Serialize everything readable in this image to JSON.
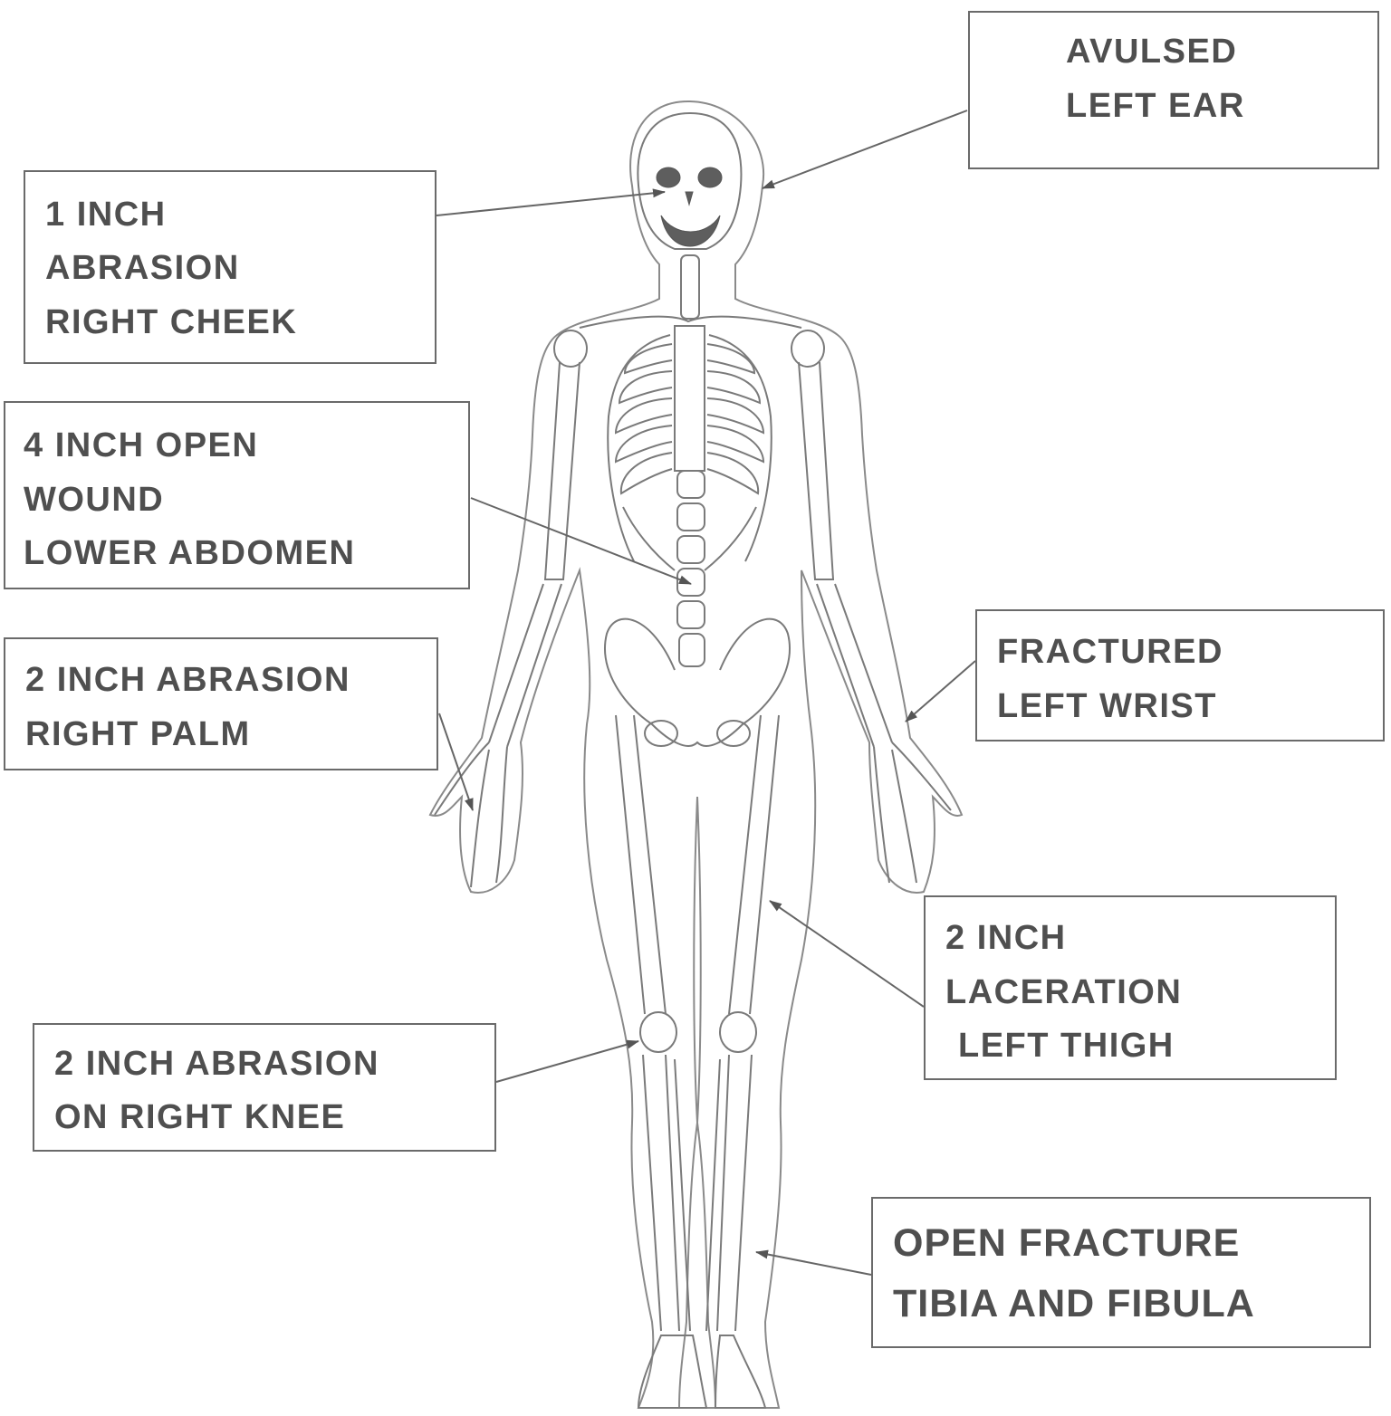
{
  "annotations": [
    {
      "id": "ear",
      "lines": [
        "AVULSED",
        "LEFT EAR"
      ]
    },
    {
      "id": "cheek",
      "lines": [
        "1 INCH",
        "ABRASION",
        "RIGHT CHEEK"
      ]
    },
    {
      "id": "abdomen",
      "lines": [
        "4 INCH OPEN",
        "WOUND",
        "LOWER ABDOMEN"
      ]
    },
    {
      "id": "palm",
      "lines": [
        "2 INCH ABRASION",
        "RIGHT PALM"
      ]
    },
    {
      "id": "wrist",
      "lines": [
        "FRACTURED",
        "LEFT WRIST"
      ]
    },
    {
      "id": "thigh",
      "lines": [
        "2 INCH",
        "LACERATION",
        "LEFT THIGH"
      ]
    },
    {
      "id": "knee",
      "lines": [
        "2 INCH ABRASION",
        "ON RIGHT KNEE"
      ]
    },
    {
      "id": "tibia",
      "lines": [
        "OPEN FRACTURE",
        "TIBIA AND FIBULA"
      ]
    }
  ]
}
